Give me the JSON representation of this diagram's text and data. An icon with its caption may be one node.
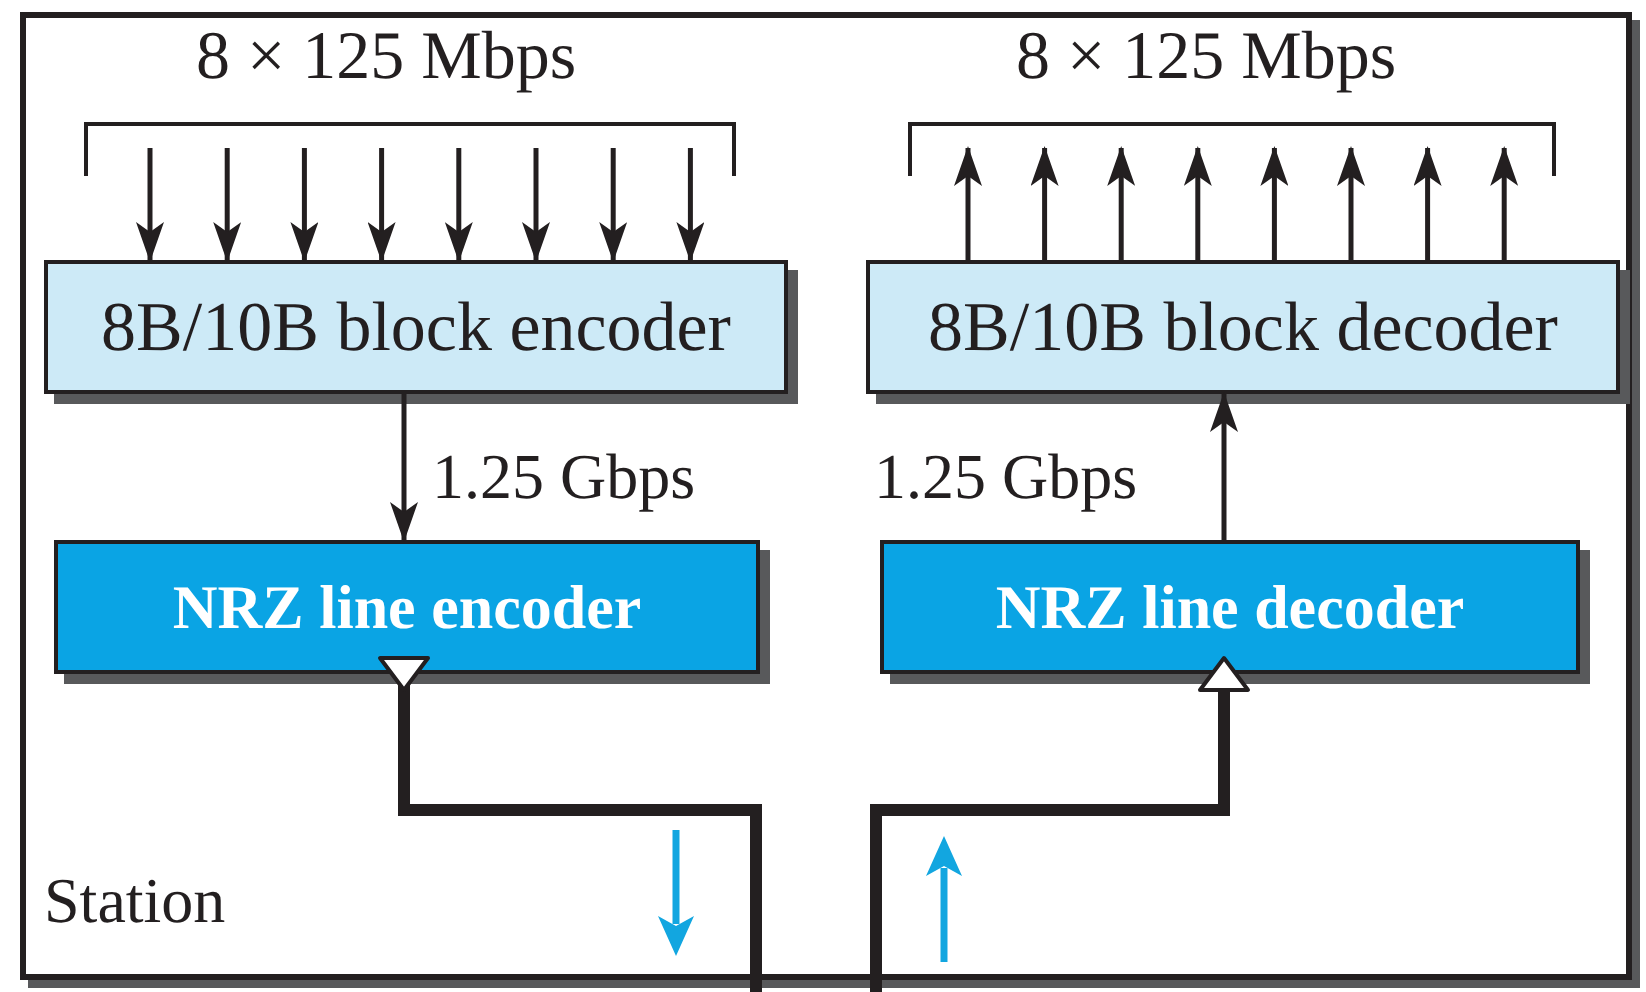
{
  "diagram": {
    "nodes": [
      {
        "text": [
          "Station"
        ]
      },
      {
        "text": [
          "8B/10B block encoder"
        ],
        "in": 0
      },
      {
        "text": [
          "8B/10B block decoder"
        ],
        "in": 0
      },
      {
        "text": [
          "NRZ line encoder"
        ],
        "in": 0
      },
      {
        "text": [
          "NRZ line decoder"
        ],
        "in": 0
      }
    ],
    "edges": [
      {
        "from": null,
        "to": 1,
        "arrow": "to"
      },
      {
        "from": null,
        "to": 1,
        "arrow": "to"
      },
      {
        "from": null,
        "to": 1,
        "arrow": "to"
      },
      {
        "from": null,
        "to": 1,
        "arrow": "to"
      },
      {
        "from": null,
        "to": 1,
        "arrow": "to"
      },
      {
        "from": null,
        "to": 1,
        "arrow": "to"
      },
      {
        "from": null,
        "to": 1,
        "arrow": "to"
      },
      {
        "from": null,
        "to": 1,
        "arrow": "to"
      },
      {
        "from": 1,
        "to": 3,
        "arrow": "to",
        "label": "1.25 Gbps"
      },
      {
        "from": 4,
        "to": 2,
        "arrow": "to",
        "label": "1.25 Gbps"
      },
      {
        "from": 2,
        "to": null,
        "arrow": "to"
      },
      {
        "from": 2,
        "to": null,
        "arrow": "to"
      },
      {
        "from": 2,
        "to": null,
        "arrow": "to"
      },
      {
        "from": 2,
        "to": null,
        "arrow": "to"
      },
      {
        "from": 2,
        "to": null,
        "arrow": "to"
      },
      {
        "from": 2,
        "to": null,
        "arrow": "to"
      },
      {
        "from": 2,
        "to": null,
        "arrow": "to"
      },
      {
        "from": 2,
        "to": null,
        "arrow": "to"
      },
      {
        "from": 3,
        "to": null,
        "arrow": "other",
        "style": "thick"
      },
      {
        "from": null,
        "to": 4,
        "arrow": "to",
        "style": "thick"
      }
    ],
    "labels": [
      "8 × 125 Mbps",
      "8 × 125 Mbps"
    ]
  }
}
